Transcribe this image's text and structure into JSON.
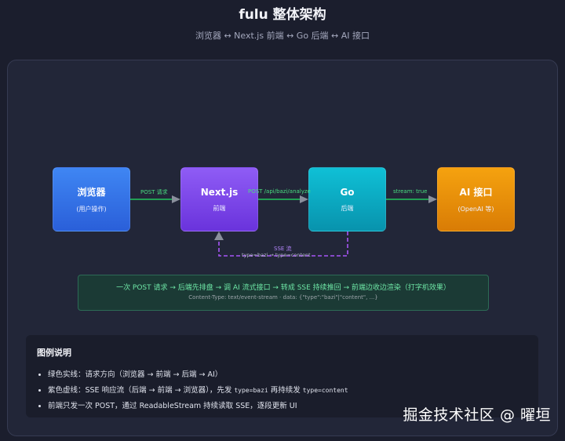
{
  "header": {
    "title": "fulu 整体架构",
    "subtitle": "浏览器 ↔ Next.js 前端 ↔ Go 后端 ↔ AI 接口"
  },
  "nodes": [
    {
      "id": "browser",
      "title": "浏览器",
      "subtitle": "(用户操作)",
      "color": "#3b82f6"
    },
    {
      "id": "next",
      "title": "Next.js",
      "subtitle": "前端",
      "color": "#7c3aed"
    },
    {
      "id": "go",
      "title": "Go",
      "subtitle": "后端",
      "color": "#06b6d4"
    },
    {
      "id": "ai",
      "title": "AI 接口",
      "subtitle": "(OpenAI 等)",
      "color": "#f59e0b"
    }
  ],
  "edges": {
    "browser_to_next": "POST 请求",
    "next_to_go": "POST /api/bazi/analyze",
    "go_to_ai": "stream: true",
    "sse_title": "SSE 流",
    "sse_detail": "type=bazi → type=content"
  },
  "note": {
    "main": "一次 POST 请求 → 后端先排盘 → 调 AI 流式接口 → 转成 SSE 持续推回 → 前端边收边渲染（打字机效果）",
    "sub": "Content-Type: text/event-stream · data: {\"type\":\"bazi\"|\"content\", ...}"
  },
  "legend": {
    "title": "图例说明",
    "item1": "绿色实线：请求方向（浏览器 → 前端 → 后端 → AI）",
    "item2_prefix": "紫色虚线：SSE 响应流（后端 → 前端 → 浏览器），先发 ",
    "item2_code1": "type=bazi",
    "item2_mid": " 再持续发 ",
    "item2_code2": "type=content",
    "item3": "前端只发一次 POST，通过 ReadableStream 持续读取 SSE，逐段更新 UI"
  },
  "watermark": "掘金技术社区 @ 曜垣",
  "colors": {
    "request_line": "#22c55e",
    "sse_line": "#a855f7",
    "arrow_head": "#8a8f9c"
  }
}
